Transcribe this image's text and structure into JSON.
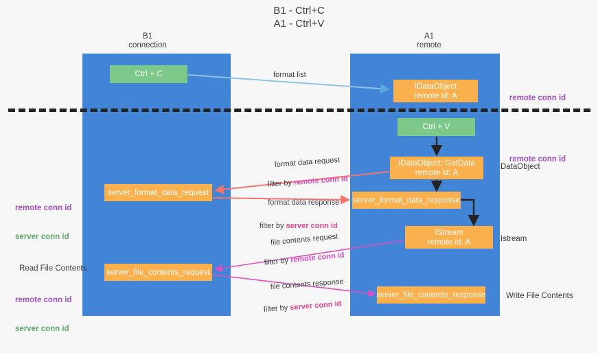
{
  "title": "B1 - Ctrl+C\nA1 - Ctrl+V",
  "columns": {
    "left": "B1\nconnection",
    "right": "A1\nremote"
  },
  "nodes": {
    "ctrl_c": "Ctrl + C",
    "idataobject": "IDataObject\nremote id: A",
    "ctrl_v": "Ctrl + V",
    "getdata": "IDataObject::GetData\nremote id: A",
    "server_format_data_request": "server_format_data_request",
    "server_format_data_response": "server_format_data_response",
    "istream": "IStream\nremote id: A",
    "server_file_contents_request": "server_file_contents_request",
    "server_file_contents_response": "server_file_contents_response"
  },
  "edge_labels": {
    "format_list": "format list",
    "format_data_request": "format data request",
    "format_data_request_filter_prefix": "filter by ",
    "format_data_request_filter_key": "remote conn id",
    "format_data_response": "format data response",
    "format_data_response_filter_prefix": "filter by ",
    "format_data_response_filter_key": "server conn id",
    "file_contents_request": "file contents request",
    "file_contents_request_filter_prefix": "filter by ",
    "file_contents_request_filter_key": "remote conn id",
    "file_contents_response": "file contents response",
    "file_contents_response_filter_prefix": "filter by ",
    "file_contents_response_filter_key": "server conn id"
  },
  "side_labels": {
    "dataobject": "DataObject",
    "istream": "Istream",
    "write_file_contents": "Write File Contents",
    "read_file_contents": "Read File Contents"
  },
  "key_labels": {
    "remote_conn_id_top": "remote conn id",
    "remote_conn_id_mid": "remote conn id",
    "left_remote": "remote conn id",
    "left_server": "server conn id",
    "left_remote_2": "remote conn id",
    "left_server_2": "server conn id"
  },
  "colors": {
    "lane": "#4285d6",
    "green_node": "#7dc98a",
    "orange_node": "#fbb04e",
    "divider": "#232323",
    "remote_conn_purple": "#a24fc4",
    "server_conn_green": "#5fa96c",
    "server_conn_pink": "#e8438f",
    "arrow_blue": "#8fc3e8",
    "arrow_red": "#f4746e",
    "arrow_magenta": "#d94fc0",
    "arrow_black": "#232323",
    "background": "#f7f7f8"
  }
}
